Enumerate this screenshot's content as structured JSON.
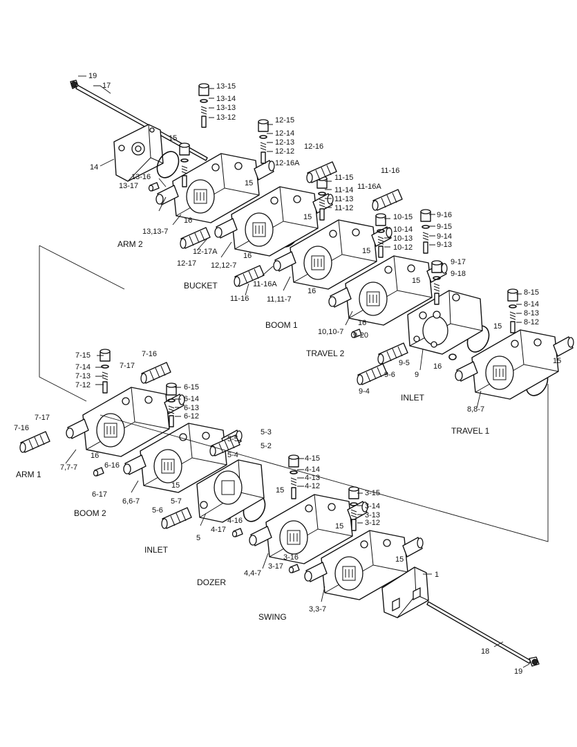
{
  "sections": {
    "arm2": "ARM 2",
    "bucket": "BUCKET",
    "boom1": "BOOM 1",
    "travel2": "TRAVEL  2",
    "inlet_top": "INLET",
    "travel1": "TRAVEL  1",
    "arm1": "ARM  1",
    "boom2": "BOOM 2",
    "inlet_bottom": "INLET",
    "dozer": "DOZER",
    "swing": "SWING"
  },
  "callouts": {
    "p19a": "19",
    "p17": "17",
    "p14": "14",
    "p15a": "15",
    "p13_15": "13-15",
    "p13_14": "13-14",
    "p13_13": "13-13",
    "p13_12": "13-12",
    "p13_16": "13-16",
    "p13_17": "13-17",
    "p13_13_7": "13,13-7",
    "p12_15": "12-15",
    "p12_14": "12-14",
    "p12_13": "12-13",
    "p12_12": "12-12",
    "p12_16": "12-16",
    "p12_16a": "12-16A",
    "p15b": "15",
    "p16a": "16",
    "p12_17a": "12-17A",
    "p12_17": "12-17",
    "p12_12_7": "12,12-7",
    "p11_15": "11-15",
    "p11_14": "11-14",
    "p11_13": "11-13",
    "p11_12": "11-12",
    "p11_16a_r": "11-16A",
    "p11_16": "11-16",
    "p11_16a": "11-16A",
    "p11_11_7": "11,11-7",
    "p15c": "15",
    "p16b": "16",
    "p11_16b": "11-16",
    "p10_15": "10-15",
    "p10_14": "10-14",
    "p10_13": "10-13",
    "p10_12": "10-12",
    "p15d": "15",
    "p16c": "16",
    "p10_10_7": "10,10-7",
    "p9_16": "9-16",
    "p9_15": "9-15",
    "p9_14": "9-14",
    "p9_13": "9-13",
    "p9_17": "9-17",
    "p9_18": "9-18",
    "p15e": "15",
    "p9_20": "9-20",
    "p9_5": "9-5",
    "p9_6": "9-6",
    "p9": "9",
    "p9_4": "9-4",
    "p16d": "16",
    "p8_15": "8-15",
    "p8_14": "8-14",
    "p8_13": "8-13",
    "p8_12": "8-12",
    "p15f": "15",
    "p15g": "15",
    "p16e": "16",
    "p8_8_7": "8,8-7",
    "p7_15": "7-15",
    "p7_14": "7-14",
    "p7_13": "7-13",
    "p7_12": "7-12",
    "p7_16": "7-16",
    "p7_17": "7-17",
    "p7_17b": "7-17",
    "p7_16b": "7-16",
    "p7_7_7": "7,7-7",
    "p16f": "16",
    "p6_15": "6-15",
    "p6_14": "6-14",
    "p6_13": "6-13",
    "p6_12": "6-12",
    "p6_16": "6-16",
    "p6_17": "6-17",
    "p6_6_7": "6,6-7",
    "p15h": "15",
    "p5_3": "5-3",
    "p5_5": "5-5",
    "p5_2": "5-2",
    "p5_4": "5-4",
    "p5_7": "5-7",
    "p5_6": "5-6",
    "p5": "5",
    "p15i": "15",
    "p4_15": "4-15",
    "p4_14": "4-14",
    "p4_13": "4-13",
    "p4_12": "4-12",
    "p4_16": "4-16",
    "p4_17": "4-17",
    "p4_4_7": "4,4-7",
    "p15j": "15",
    "p3_15": "3-15",
    "p3_14": "3-14",
    "p3_13": "3-13",
    "p3_12": "3-12",
    "p3_16": "3-16",
    "p3_17": "3-17",
    "p3_3_7": "3,3-7",
    "p15k": "15",
    "p1": "1",
    "p18": "18",
    "p19b": "19"
  }
}
